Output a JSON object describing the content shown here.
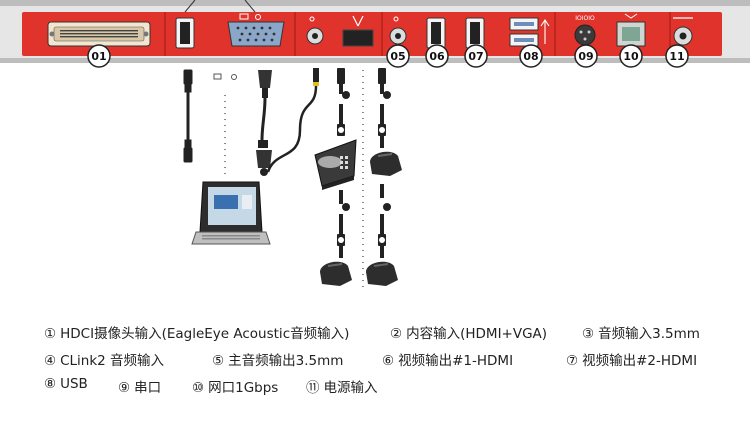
{
  "ports": [
    {
      "id": "01",
      "label": "01"
    },
    {
      "id": "02",
      "label": ""
    },
    {
      "id": "03",
      "label": ""
    },
    {
      "id": "04",
      "label": ""
    },
    {
      "id": "05",
      "label": "05"
    },
    {
      "id": "06",
      "label": "06"
    },
    {
      "id": "07",
      "label": "07"
    },
    {
      "id": "08",
      "label": "08"
    },
    {
      "id": "09",
      "label": "09"
    },
    {
      "id": "10",
      "label": "10"
    },
    {
      "id": "11",
      "label": "11"
    }
  ],
  "panel_text": {
    "serial": "IOIOIO"
  },
  "legend": [
    {
      "num": "①",
      "text": "HDCI摄像头输入(EagleEye Acoustic音频输入)"
    },
    {
      "num": "②",
      "text": "内容输入(HDMI+VGA)"
    },
    {
      "num": "③",
      "text": "音频输入3.5mm"
    },
    {
      "num": "④",
      "text": "CLink2 音频输入"
    },
    {
      "num": "⑤",
      "text": "主音频输出3.5mm"
    },
    {
      "num": "⑥",
      "text": "视频输出#1-HDMI"
    },
    {
      "num": "⑦",
      "text": "视频输出#2-HDMI"
    },
    {
      "num": "⑧",
      "text": "USB"
    },
    {
      "num": "⑨",
      "text": "串口"
    },
    {
      "num": "⑩",
      "text": "网口1Gbps"
    },
    {
      "num": "⑪",
      "text": "电源输入"
    }
  ],
  "colors": {
    "panel": "#e0332b",
    "panel_dark": "#b3221c",
    "chassis": "#d9d9d9",
    "cable": "#222222"
  }
}
